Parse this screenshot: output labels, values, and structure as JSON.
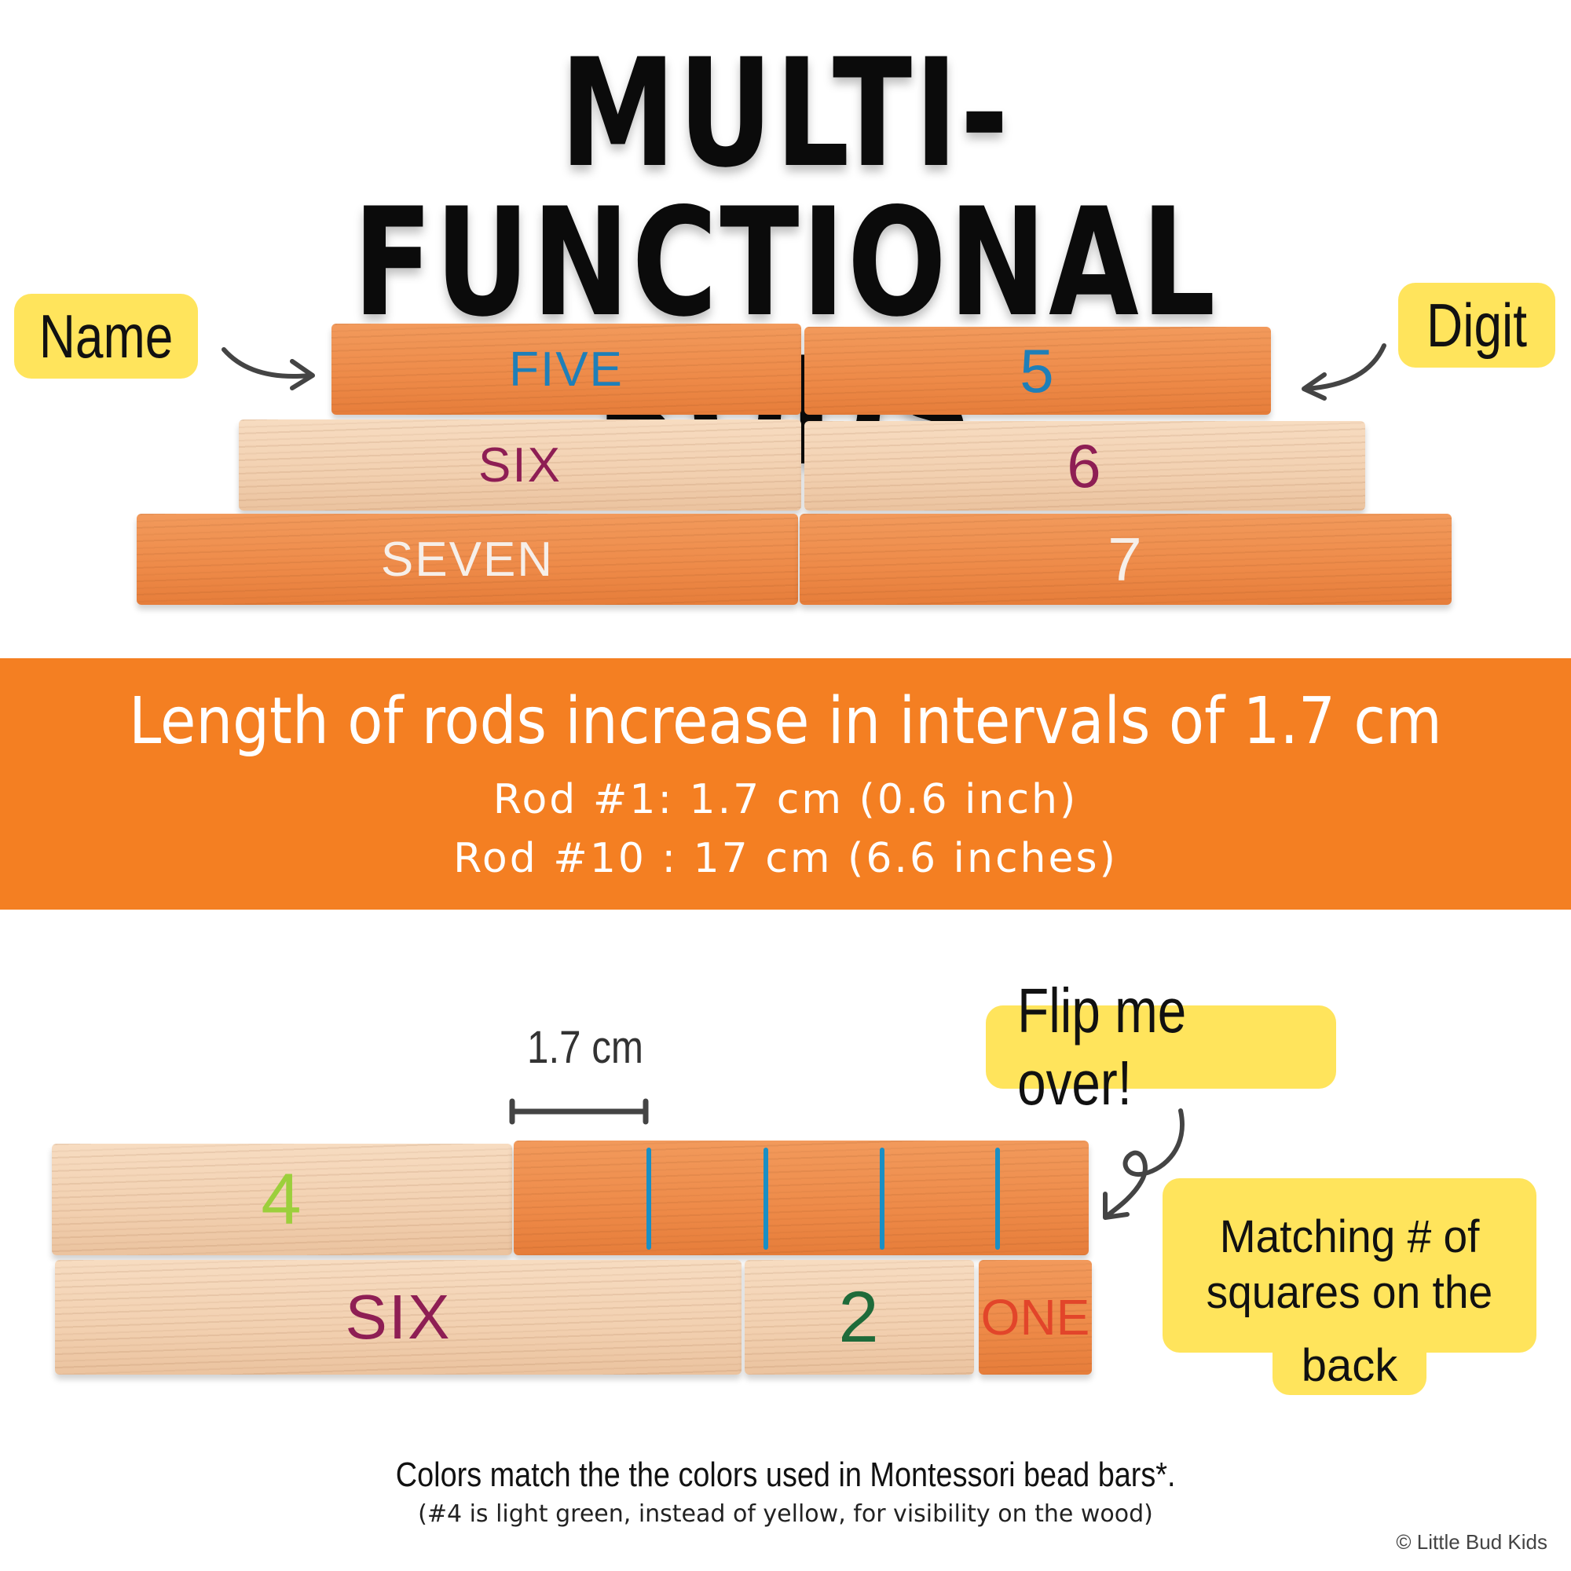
{
  "title": "MULTI-FUNCTIONAL RODS",
  "labels": {
    "name": "Name",
    "digit": "Digit",
    "flip": "Flip me over!",
    "matching_line1": "Matching # of",
    "matching_line2": "squares on the",
    "matching_line3": "back",
    "measure": "1.7 cm"
  },
  "top_rods": [
    {
      "name": "FIVE",
      "digit": "5",
      "name_color": "#1f7fb8",
      "digit_color": "#1f7fb8"
    },
    {
      "name": "SIX",
      "digit": "6",
      "name_color": "#8e1e54",
      "digit_color": "#8e1e54"
    },
    {
      "name": "SEVEN",
      "digit": "7",
      "name_color": "#f6efe9",
      "digit_color": "#f6efe9"
    }
  ],
  "band": {
    "heading": "Length of rods increase in intervals of 1.7 cm",
    "line1": "Rod #1: 1.7 cm (0.6 inch)",
    "line2": "Rod #10 : 17 cm (6.6 inches)"
  },
  "bottom_rods": {
    "four": {
      "text": "4",
      "color": "#9ccf3c"
    },
    "six": {
      "text": "SIX",
      "color": "#8e1e54"
    },
    "two": {
      "text": "2",
      "color": "#1f6b3a"
    },
    "one": {
      "text": "ONE",
      "color": "#e2452a"
    }
  },
  "footer": {
    "main": "Colors match the the colors used in Montessori bead bars*.",
    "note": "(#4 is light green, instead of yellow, for visibility on the wood)",
    "credit": "© Little Bud Kids"
  },
  "colors": {
    "accent_orange": "#f47f22",
    "label_yellow": "#ffe45c",
    "square_marks": "#1a8fc4"
  }
}
